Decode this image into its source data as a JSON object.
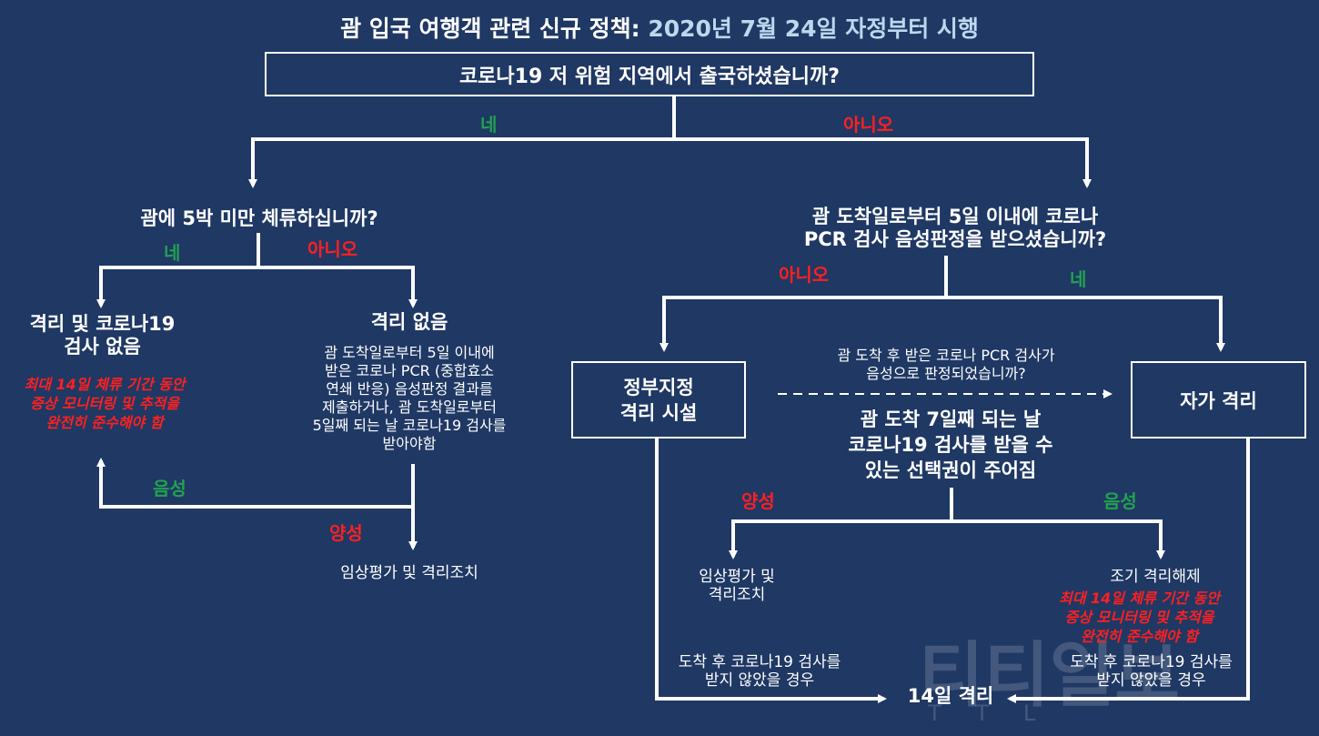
{
  "title": {
    "prefix": "괌 입국 여행객 관련 신규 정책:",
    "date": "2020년 7월 24일 자정부터 시행"
  },
  "q1": "코로나19 저 위험 지역에서 출국하셨습니까?",
  "labels": {
    "yes": "네",
    "no": "아니오",
    "negative": "음성",
    "positive": "양성"
  },
  "left": {
    "question": "괌에 5박 미만 체류하십니까?",
    "no_quarantine": {
      "line1": "격리 및 코로나19",
      "line2": "검사 없음"
    },
    "monitor_note": [
      "최대 14일 체류 기간 동안",
      "증상 모니터링 및 추적을",
      "완전히 준수해야 함"
    ],
    "no_quarantine2": {
      "title": "격리 없음",
      "lines": [
        "괌 도착일로부터 5일 이내에",
        "받은 코로나 PCR (중합효소",
        "연쇄 반응) 음성판정 결과를",
        "제출하거나, 괌 도착일로부터",
        "5일째 되는 날 코로나19 검사를",
        "받아야함"
      ]
    },
    "clinical": "임상평가 및 격리조치"
  },
  "right": {
    "question": {
      "line1": "괌 도착일로부터 5일 이내에 코로나",
      "line2": "PCR 검사 음성판정을 받으셨습니까?"
    },
    "gov_facility": {
      "line1": "정부지정",
      "line2": "격리 시설"
    },
    "self_quarantine": "자가 격리",
    "dashed_note": {
      "line1": "괌 도착 후 받은 코로나 PCR 검사가",
      "line2": "음성으로 판정되었습니까?"
    },
    "option": {
      "line1": "괌 도착 7일째 되는 날",
      "line2": "코로나19 검사를 받을 수",
      "line3": "있는 선택권이 주어짐"
    },
    "clinical": {
      "line1": "임상평가 및",
      "line2": "격리조치"
    },
    "early_release": "조기 격리해제",
    "monitor_note": [
      "최대 14일 체류 기간 동안",
      "증상 모니터링 및 추적을",
      "완전히 준수해야 함"
    ],
    "not_tested_left": {
      "line1": "도착 후 코로나19 검사를",
      "line2": "받지 않았을 경우"
    },
    "not_tested_right": {
      "line1": "도착 후 코로나19 검사를",
      "line2": "받지 않았을 경우"
    },
    "fourteen": "14일 격리"
  },
  "watermark": {
    "main": "티티일보",
    "sub": "TTL"
  },
  "colors": {
    "background": "#1f3864",
    "yes": "#22a150",
    "no": "#ff2020",
    "date": "#bdd7ee"
  }
}
